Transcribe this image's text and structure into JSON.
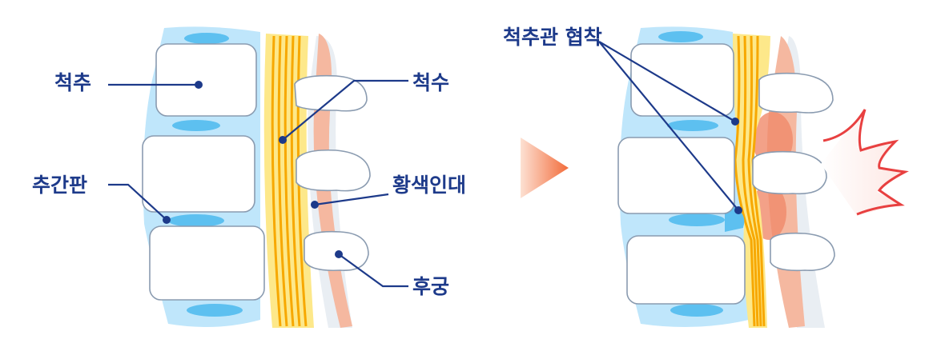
{
  "normal": {
    "labels": {
      "vertebra": "척추",
      "disc": "추간판",
      "spinal_cord": "척수",
      "ligament": "황색인대",
      "lamina": "후궁"
    }
  },
  "stenosis": {
    "label": "척추관 협착"
  },
  "colors": {
    "label": "#1d3a8a",
    "disc": "#5dc0f0",
    "cord": "#f7b500",
    "ligament": "#f5b8a0",
    "arrow": "#f26b3a",
    "pain": "#e84040"
  }
}
